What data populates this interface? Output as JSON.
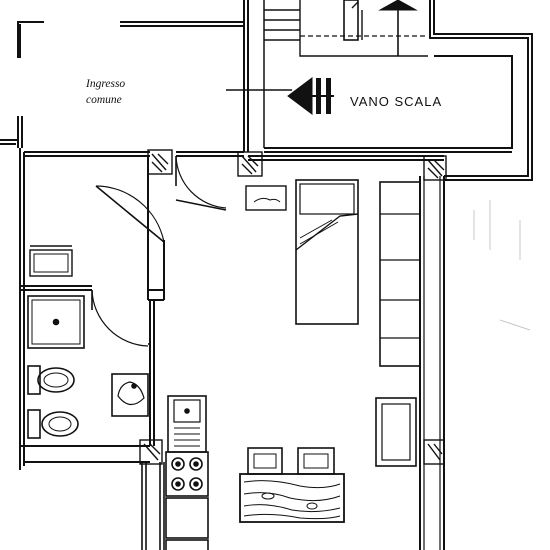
{
  "labels": {
    "ingresso_line1": "Ingresso",
    "ingresso_line2": "comune",
    "vano_scala": "VANO SCALA"
  },
  "colors": {
    "ink": "#111111",
    "paper": "#ffffff"
  }
}
